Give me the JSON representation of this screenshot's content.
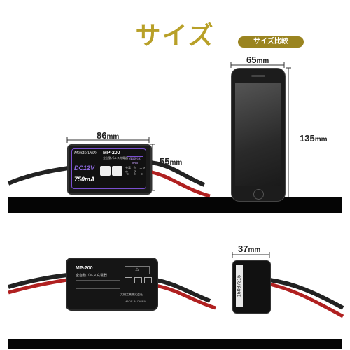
{
  "title": "サイズ",
  "badge": "サイズ比較",
  "colors": {
    "title": "#b8a028",
    "badge": "#9a8420",
    "shelf": "#050505",
    "accent": "#7a4fd0"
  },
  "dims": {
    "charger_width": {
      "value": "86",
      "unit": "mm"
    },
    "charger_height": {
      "value": "55",
      "unit": "mm"
    },
    "phone_width": {
      "value": "65",
      "unit": "mm"
    },
    "phone_height": {
      "value": "135",
      "unit": "mm"
    },
    "charger_depth": {
      "value": "37",
      "unit": "mm"
    }
  },
  "charger_front": {
    "brand": "MeisterDish",
    "model": "MP-200",
    "subtitle": "全自動パルス充電器",
    "spec_box": "保護形状\nIP65",
    "voltage": "DC12V",
    "current": "750mA",
    "indicators": [
      "充電中",
      "完了",
      "エラー"
    ]
  },
  "charger_back": {
    "model": "MP-200",
    "subtitle": "全自動パルス充電器",
    "maker": "大橋工業株式会社",
    "origin": "MADE IN CHINA"
  },
  "side_label": "15087315"
}
